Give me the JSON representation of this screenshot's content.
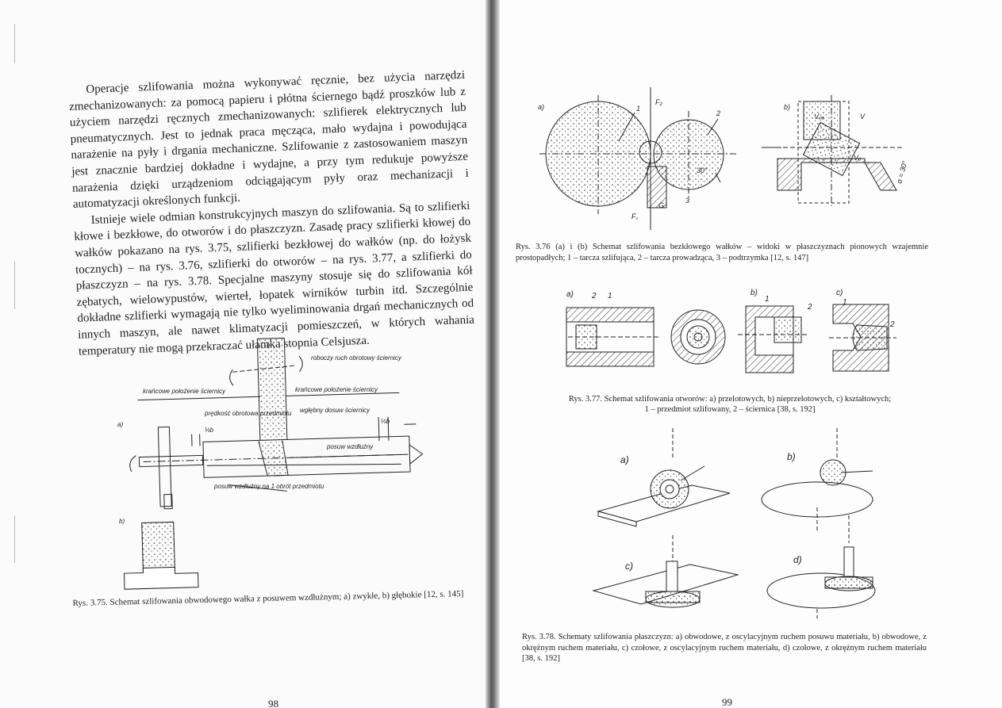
{
  "left_page": {
    "paragraphs": [
      "Operacje szlifowania można wykonywać ręcznie, bez użycia narzędzi zmechanizowanych: za pomocą papieru i płótna ściernego bądź proszków lub z użyciem narzędzi ręcznych zmechanizowanych: szlifierek elektrycznych lub pneumatycznych. Jest to jednak praca męcząca, mało wydajna i powodująca narażenie na pyły i drgania mechaniczne. Szlifowanie z zastosowaniem maszyn jest znacznie bardziej dokładne i wydajne, a przy tym redukuje powyższe narażenia dzięki urządzeniom odciągającym pyły oraz mechanizacji i automatyzacji określonych funkcji.",
      "Istnieje wiele odmian konstrukcyjnych maszyn do szlifowania. Są to szlifierki kłowe i bezkłowe, do otworów i do płaszczyzn. Zasadę pracy szlifierki kłowej do wałków pokazano na rys. 3.75, szlifierki bezkłowej do wałków (np. do łożysk tocznych) – na rys. 3.76, szlifierki do otworów – na rys. 3.77, a szlifierki do płaszczyzn – na rys. 3.78. Specjalne maszyny stosuje się do szlifowania kół zębatych, wielowypustów, wierteł, łopatek wirników turbin itd. Szczególnie dokładne szlifierki wymagają nie tylko wyeliminowania drgań mechanicznych od innych maszyn, ale nawet klimatyzacji pomieszczeń, w których wahania temperatury nie mogą przekraczać ułamka stopnia Celsjusza."
    ],
    "fig75": {
      "label_a": "a)",
      "label_b": "b)",
      "rotation": "roboczy ruch obrotowy ściernicy",
      "left_end": "krańcowe położenie ściernicy",
      "right_end": "krańcowe położenie ściernicy",
      "speed": "prędkość obrotowa przedmiotu",
      "infeed": "wgłębny dosuw ściernicy",
      "feed": "posuw wzdłużny",
      "feed_per_rev": "posuw wzdłużny na 1 obrót przedmiotu",
      "b_label": "b",
      "third_b": "⅓b",
      "caption": "Rys. 3.75. Schemat szlifowania obwodowego wałka z posuwem wzdłużnym; a) zwykłe, b) głębokie [12, s. 145]"
    },
    "page_number": "98"
  },
  "right_page": {
    "fig76": {
      "label_a": "a)",
      "label_b": "b)",
      "n1": "1",
      "n2": "2",
      "n3": "3",
      "F2": "F₂",
      "Fc": "F꜀",
      "G": "G",
      "angle": "30°",
      "V": "V",
      "Vpa": "Vₚₐ",
      "Vo": "Vₒ",
      "alpha": "α = 30°",
      "caption": "Rys. 3.76 (a) i (b) Schemat szlifowania bezkłowego wałków – widoki w płaszczyznach pionowych wzajemnie prostopadłych; 1 – tarcza szlifująca, 2 – tarcza prowadząca, 3 – podtrzymka [12, s. 147]"
    },
    "fig77": {
      "label_a": "a)",
      "label_b": "b)",
      "label_c": "c)",
      "n1": "1",
      "n2": "2",
      "caption_line1": "Rys. 3.77. Schemat szlifowania otworów: a) przelotowych, b) nieprzelotowych, c) kształtowych;",
      "caption_line2": "1 – przedmiot szlifowany, 2 – ściernica [38, s. 192]"
    },
    "fig78": {
      "label_a": "a)",
      "label_b": "b)",
      "label_c": "c)",
      "label_d": "d)",
      "caption": "Rys. 3.78. Schematy szlifowania płaszczyzn: a) obwodowe, z oscylacyjnym ruchem posuwu materiału, b) obwodowe, z okrężnym ruchem materiału, c) czołowe, z oscylacyjnym ruchem materiału, d) czołowe, z okrężnym ruchem materiału [38, s. 192]"
    },
    "page_number": "99"
  }
}
